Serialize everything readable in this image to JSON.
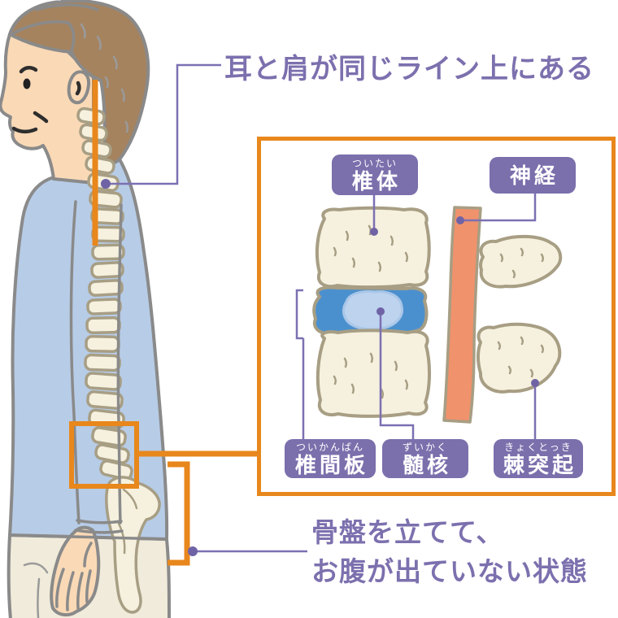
{
  "colors": {
    "accent_orange": "#E8871C",
    "caption_purple": "#7C70AE",
    "chip_bg": "#7B6FAC",
    "chip_text": "#FFFFFF",
    "connector_purple": "#7C70B2",
    "connector_dot": "#6F63A6",
    "skin": "#FAD9B6",
    "hair_brown": "#A5835F",
    "outline_gray": "#8A8A8A",
    "shirt_blue": "#B7CCE7",
    "pants_cream": "#F0EBDA",
    "bone_fill": "#F6F1DE",
    "bone_stroke": "#A79E84",
    "disc_blue": "#4B90CE",
    "nucleus_blue": "#BDD3EE",
    "nerve_salmon": "#F0926C"
  },
  "captions": {
    "ear_shoulder": "耳と肩が同じライン上にある",
    "pelvis_line1": "骨盤を立てて、",
    "pelvis_line2": "お腹が出ていない状態"
  },
  "inset": {
    "labels": {
      "vertebral_body": {
        "furigana": "ついたい",
        "text": "椎体"
      },
      "nerve": {
        "furigana": "",
        "text": "神経"
      },
      "disc": {
        "furigana": "ついかんばん",
        "text": "椎間板"
      },
      "nucleus": {
        "furigana": "ずいかく",
        "text": "髄核"
      },
      "spinous_process": {
        "furigana": "きょくとっき",
        "text": "棘突起"
      }
    }
  }
}
